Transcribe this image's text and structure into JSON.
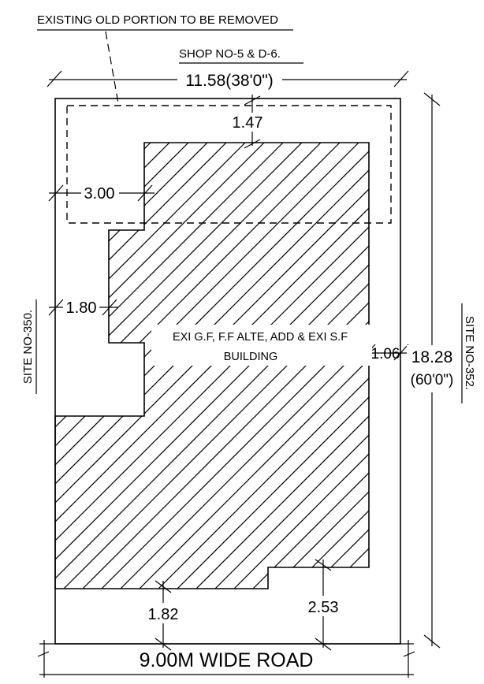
{
  "notes": {
    "existing_removed": "EXISTING OLD PORTION TO BE REMOVED",
    "shop": "SHOP NO-5 & D-6."
  },
  "dimensions": {
    "top_width": "11.58(38'0\")",
    "top_setback": "1.47",
    "left_setback_upper": "3.00",
    "left_setback_middle": "1.80",
    "right_setback": "1.06",
    "depth_m": "18.28",
    "depth_ft": "(60'0\")",
    "front_left": "1.82",
    "front_right": "2.53"
  },
  "labels": {
    "site_left": "SITE NO-350.",
    "site_right": "SITE NO-352.",
    "building_line1": "EXI G.F, F.F ALTE, ADD & EXI S.F",
    "building_line2": "BUILDING",
    "road": "9.00M WIDE ROAD"
  }
}
